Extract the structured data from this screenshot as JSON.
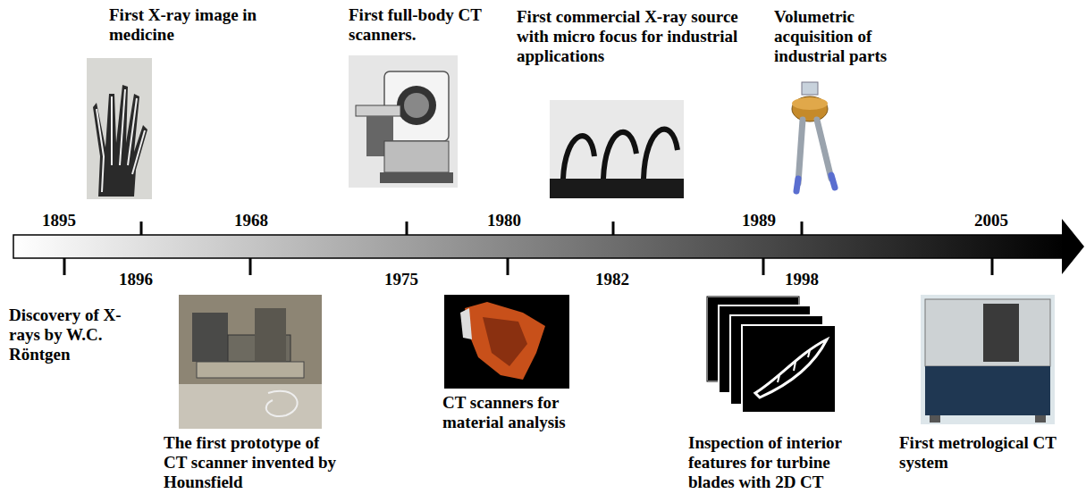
{
  "diagram": {
    "labels": [
      "First X-ray image in medicine",
      "First full-body CT scanners.",
      "First commercial X-ray source with micro focus for industrial applications",
      "Volumetric acquisition of industrial parts",
      "1895",
      "1968",
      "1980",
      "1989",
      "2005",
      "1896",
      "1975",
      "1982",
      "1998",
      "Discovery of X-rays by W.C. Röntgen",
      "The first prototype of CT scanner invented by Hounsfield",
      "CT scanners for material analysis",
      "Inspection of interior features for turbine blades with 2D CT",
      "First metrological CT system"
    ]
  }
}
